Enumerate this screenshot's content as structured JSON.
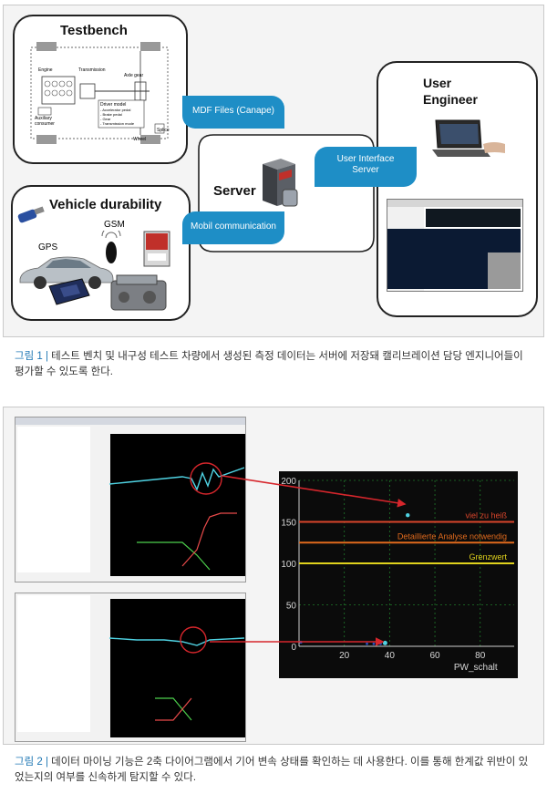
{
  "figure1": {
    "testbench": {
      "title": "Testbench",
      "labels": {
        "engine": "Engine",
        "transmission": "Transmission",
        "axle_gear": "Axle gear",
        "auxiliary": "Auxiliary consumer",
        "driver_model": "Driver model",
        "driver_lines": [
          "- Accelerator pedal",
          "- Brake pedal",
          "- Gear",
          "- Transmission mode"
        ],
        "wheel": "Wheel",
        "splice": "Splice"
      }
    },
    "vehicle": {
      "title": "Vehicle durability",
      "gsm": "GSM",
      "gps": "GPS"
    },
    "server": {
      "title": "Server"
    },
    "user": {
      "title": "User Engineer"
    },
    "flags": {
      "mdf": "MDF Files (Canape)",
      "ui_server": "User Interface Server",
      "mobil": "Mobil communication"
    },
    "caption_label": "그림 1 |",
    "caption_text": " 테스트 벤치 및 내구성 테스트 차량에서 생성된 측정 데이터는 서버에 저장돼 캘리브레이션 담당 엔지니어들이 평가할 수 있도록 한다."
  },
  "figure2": {
    "chart": {
      "y_ticks": [
        "200",
        "150",
        "100",
        "50",
        "0"
      ],
      "x_ticks": [
        "20",
        "40",
        "60",
        "80"
      ],
      "xlabel": "PW_schalt",
      "thresholds": [
        {
          "label": "viel zu heiß",
          "value": 150,
          "color": "#d9452b"
        },
        {
          "label": "Detaillierte Analyse notwendig",
          "value": 125,
          "color": "#e06a1d"
        },
        {
          "label": "Grenzwert",
          "value": 100,
          "color": "#e0d21d"
        }
      ]
    },
    "caption_label": "그림 2 |",
    "caption_text": " 데이터 마이닝 기능은 2축 다이어그램에서 기어 변속 상태를 확인하는 데 사용한다. 이를 통해 한계값 위반이 있었는지의 여부를 신속하게 탐지할 수 있다."
  },
  "colors": {
    "flag": "#1e8ec6",
    "caption_label": "#1f77b4",
    "trace_cyan": "#4fd3e3",
    "trace_red": "#e84a4a",
    "trace_green": "#4ccf4c"
  }
}
